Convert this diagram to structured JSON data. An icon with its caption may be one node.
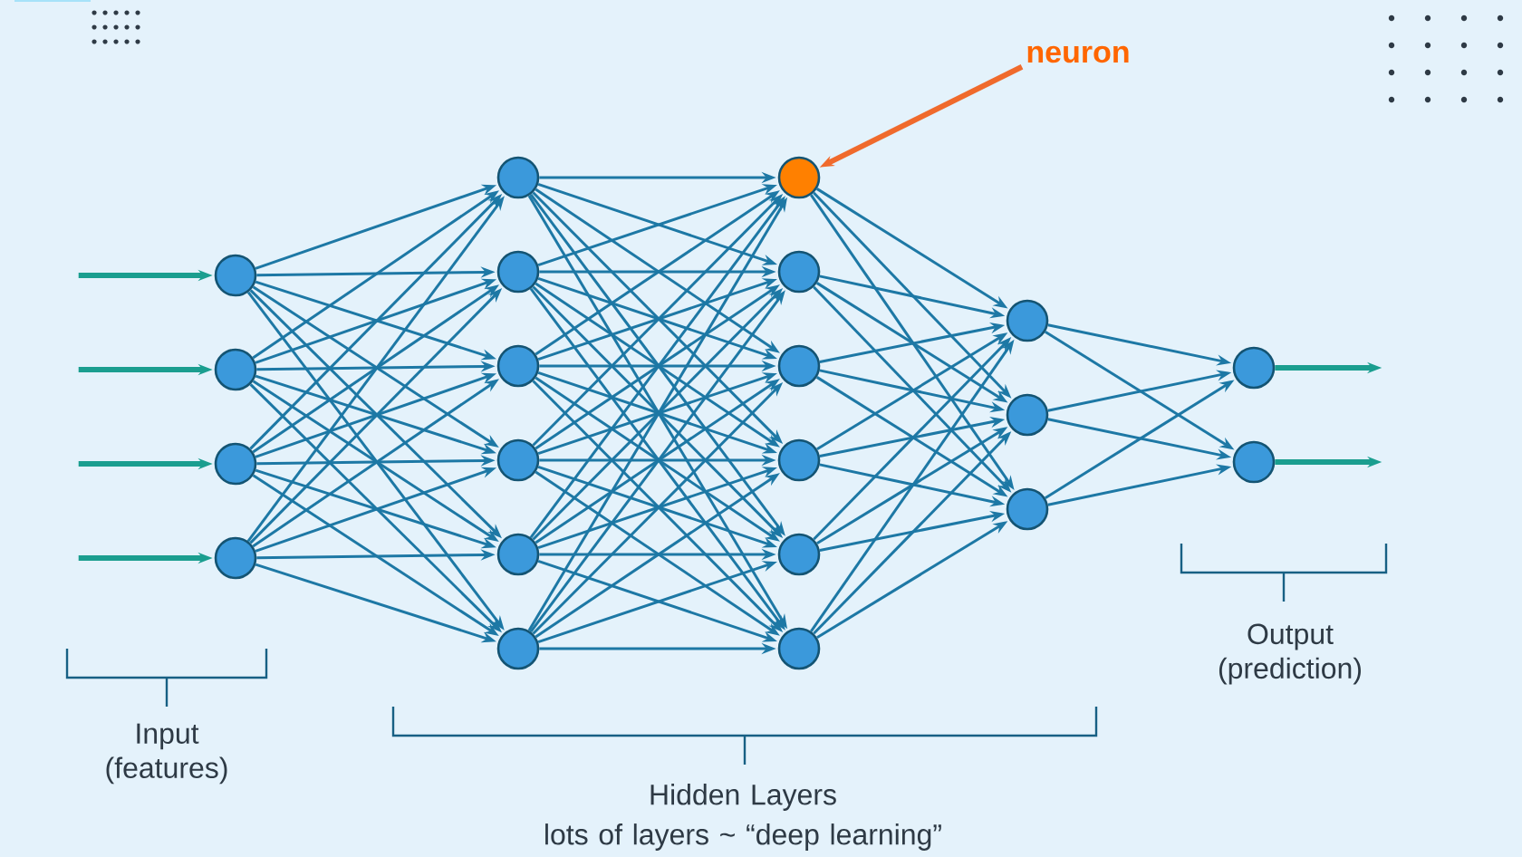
{
  "diagram": {
    "nodes": [
      {
        "text": [],
        "shape": "circle"
      },
      {
        "text": [],
        "shape": "circle"
      },
      {
        "text": [],
        "shape": "circle"
      },
      {
        "text": [],
        "shape": "circle"
      },
      {
        "text": [],
        "shape": "circle"
      },
      {
        "text": [],
        "shape": "circle"
      },
      {
        "text": [],
        "shape": "circle"
      },
      {
        "text": [],
        "shape": "circle"
      },
      {
        "text": [],
        "shape": "circle"
      },
      {
        "text": [],
        "shape": "circle"
      },
      {
        "text": [],
        "shape": "circle"
      },
      {
        "text": [],
        "shape": "circle"
      },
      {
        "text": [],
        "shape": "circle"
      },
      {
        "text": [],
        "shape": "circle"
      },
      {
        "text": [],
        "shape": "circle"
      },
      {
        "text": [],
        "shape": "circle"
      },
      {
        "text": [],
        "shape": "circle"
      },
      {
        "text": [],
        "shape": "circle"
      },
      {
        "text": [],
        "shape": "circle"
      },
      {
        "text": [],
        "shape": "circle"
      },
      {
        "text": [],
        "shape": "circle"
      },
      {
        "text": [
          "neuron"
        ]
      }
    ],
    "edges": [
      {
        "from": null,
        "to": 0,
        "arrow": "to",
        "style": "thick",
        "color": "#1a9e8f"
      },
      {
        "from": null,
        "to": 1,
        "arrow": "to",
        "style": "thick",
        "color": "#1a9e8f"
      },
      {
        "from": null,
        "to": 2,
        "arrow": "to",
        "style": "thick",
        "color": "#1a9e8f"
      },
      {
        "from": null,
        "to": 3,
        "arrow": "to",
        "style": "thick",
        "color": "#1a9e8f"
      },
      {
        "from": 0,
        "to": 4,
        "arrow": "to"
      },
      {
        "from": 0,
        "to": 5,
        "arrow": "to"
      },
      {
        "from": 0,
        "to": 6,
        "arrow": "to"
      },
      {
        "from": 0,
        "to": 7,
        "arrow": "to"
      },
      {
        "from": 0,
        "to": 8,
        "arrow": "to"
      },
      {
        "from": 0,
        "to": 9,
        "arrow": "to"
      },
      {
        "from": 1,
        "to": 4,
        "arrow": "to"
      },
      {
        "from": 1,
        "to": 5,
        "arrow": "to"
      },
      {
        "from": 1,
        "to": 6,
        "arrow": "to"
      },
      {
        "from": 1,
        "to": 7,
        "arrow": "to"
      },
      {
        "from": 1,
        "to": 8,
        "arrow": "to"
      },
      {
        "from": 1,
        "to": 9,
        "arrow": "to"
      },
      {
        "from": 2,
        "to": 4,
        "arrow": "to"
      },
      {
        "from": 2,
        "to": 5,
        "arrow": "to"
      },
      {
        "from": 2,
        "to": 6,
        "arrow": "to"
      },
      {
        "from": 2,
        "to": 7,
        "arrow": "to"
      },
      {
        "from": 2,
        "to": 8,
        "arrow": "to"
      },
      {
        "from": 2,
        "to": 9,
        "arrow": "to"
      },
      {
        "from": 3,
        "to": 4,
        "arrow": "to"
      },
      {
        "from": 3,
        "to": 5,
        "arrow": "to"
      },
      {
        "from": 3,
        "to": 6,
        "arrow": "to"
      },
      {
        "from": 3,
        "to": 7,
        "arrow": "to"
      },
      {
        "from": 3,
        "to": 8,
        "arrow": "to"
      },
      {
        "from": 3,
        "to": 9,
        "arrow": "to"
      },
      {
        "from": 4,
        "to": 10,
        "arrow": "to"
      },
      {
        "from": 4,
        "to": 11,
        "arrow": "to"
      },
      {
        "from": 4,
        "to": 12,
        "arrow": "to"
      },
      {
        "from": 4,
        "to": 13,
        "arrow": "to"
      },
      {
        "from": 4,
        "to": 14,
        "arrow": "to"
      },
      {
        "from": 4,
        "to": 15,
        "arrow": "to"
      },
      {
        "from": 5,
        "to": 10,
        "arrow": "to"
      },
      {
        "from": 5,
        "to": 11,
        "arrow": "to"
      },
      {
        "from": 5,
        "to": 12,
        "arrow": "to"
      },
      {
        "from": 5,
        "to": 13,
        "arrow": "to"
      },
      {
        "from": 5,
        "to": 14,
        "arrow": "to"
      },
      {
        "from": 5,
        "to": 15,
        "arrow": "to"
      },
      {
        "from": 6,
        "to": 10,
        "arrow": "to"
      },
      {
        "from": 6,
        "to": 11,
        "arrow": "to"
      },
      {
        "from": 6,
        "to": 12,
        "arrow": "to"
      },
      {
        "from": 6,
        "to": 13,
        "arrow": "to"
      },
      {
        "from": 6,
        "to": 14,
        "arrow": "to"
      },
      {
        "from": 6,
        "to": 15,
        "arrow": "to"
      },
      {
        "from": 7,
        "to": 10,
        "arrow": "to"
      },
      {
        "from": 7,
        "to": 11,
        "arrow": "to"
      },
      {
        "from": 7,
        "to": 12,
        "arrow": "to"
      },
      {
        "from": 7,
        "to": 13,
        "arrow": "to"
      },
      {
        "from": 7,
        "to": 14,
        "arrow": "to"
      },
      {
        "from": 7,
        "to": 15,
        "arrow": "to"
      },
      {
        "from": 8,
        "to": 10,
        "arrow": "to"
      },
      {
        "from": 8,
        "to": 11,
        "arrow": "to"
      },
      {
        "from": 8,
        "to": 12,
        "arrow": "to"
      },
      {
        "from": 8,
        "to": 13,
        "arrow": "to"
      },
      {
        "from": 8,
        "to": 14,
        "arrow": "to"
      },
      {
        "from": 8,
        "to": 15,
        "arrow": "to"
      },
      {
        "from": 9,
        "to": 10,
        "arrow": "to"
      },
      {
        "from": 9,
        "to": 11,
        "arrow": "to"
      },
      {
        "from": 9,
        "to": 12,
        "arrow": "to"
      },
      {
        "from": 9,
        "to": 13,
        "arrow": "to"
      },
      {
        "from": 9,
        "to": 14,
        "arrow": "to"
      },
      {
        "from": 9,
        "to": 15,
        "arrow": "to"
      },
      {
        "from": 10,
        "to": 16,
        "arrow": "to"
      },
      {
        "from": 10,
        "to": 17,
        "arrow": "to"
      },
      {
        "from": 10,
        "to": 18,
        "arrow": "to"
      },
      {
        "from": 11,
        "to": 16,
        "arrow": "to"
      },
      {
        "from": 11,
        "to": 17,
        "arrow": "to"
      },
      {
        "from": 11,
        "to": 18,
        "arrow": "to"
      },
      {
        "from": 12,
        "to": 16,
        "arrow": "to"
      },
      {
        "from": 12,
        "to": 17,
        "arrow": "to"
      },
      {
        "from": 12,
        "to": 18,
        "arrow": "to"
      },
      {
        "from": 13,
        "to": 16,
        "arrow": "to"
      },
      {
        "from": 13,
        "to": 17,
        "arrow": "to"
      },
      {
        "from": 13,
        "to": 18,
        "arrow": "to"
      },
      {
        "from": 14,
        "to": 16,
        "arrow": "to"
      },
      {
        "from": 14,
        "to": 17,
        "arrow": "to"
      },
      {
        "from": 14,
        "to": 18,
        "arrow": "to"
      },
      {
        "from": 15,
        "to": 16,
        "arrow": "to"
      },
      {
        "from": 15,
        "to": 17,
        "arrow": "to"
      },
      {
        "from": 15,
        "to": 18,
        "arrow": "to"
      },
      {
        "from": 16,
        "to": 19,
        "arrow": "to"
      },
      {
        "from": 16,
        "to": 20,
        "arrow": "to"
      },
      {
        "from": 17,
        "to": 19,
        "arrow": "to"
      },
      {
        "from": 17,
        "to": 20,
        "arrow": "to"
      },
      {
        "from": 18,
        "to": 19,
        "arrow": "to"
      },
      {
        "from": 18,
        "to": 20,
        "arrow": "to"
      },
      {
        "from": 19,
        "to": null,
        "arrow": "to",
        "style": "thick",
        "color": "#1a9e8f"
      },
      {
        "from": 20,
        "to": null,
        "arrow": "to",
        "style": "thick",
        "color": "#1a9e8f"
      },
      {
        "from": 21,
        "to": 10,
        "arrow": "to",
        "style": "thick",
        "color": "#f06a2c"
      }
    ],
    "labels": [
      "Input (features)",
      "Output (prediction)",
      "Hidden Layers",
      "lots of layers ~ “deep learning”"
    ]
  }
}
